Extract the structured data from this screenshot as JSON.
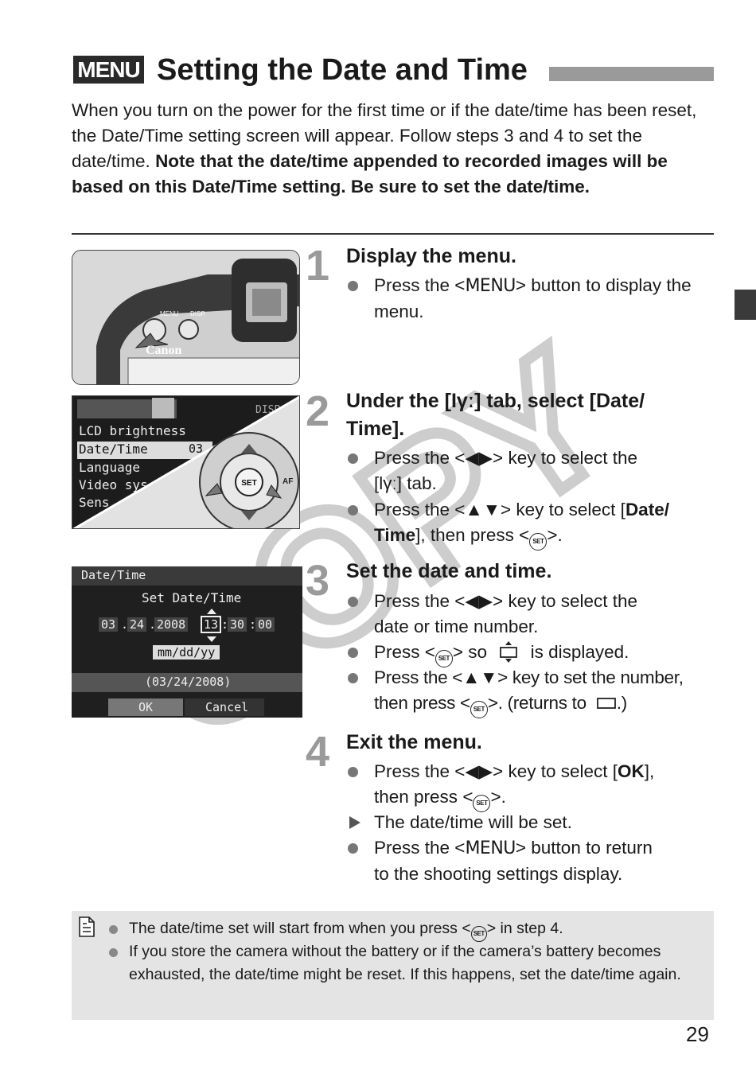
{
  "header": {
    "badge": "MENU",
    "title": "Setting the Date and Time"
  },
  "intro": {
    "plain": "When you turn on the power for the first time or if the date/time has been reset, the Date/Time setting screen will appear. Follow steps 3 and 4 to set the date/time. ",
    "bold": "Note that the date/time appended to recorded images will be based on this Date/Time setting. Be sure to set the date/time."
  },
  "steps": [
    {
      "num": "1",
      "title": "Display the menu.",
      "bullets": [
        {
          "a": "Press the <",
          "b": "MENU",
          "c": "> button to display the menu."
        }
      ]
    },
    {
      "num": "2",
      "title_a": "Under the [",
      "title_icon": "Ɩγː",
      "title_b": "] tab, select [Date/",
      "title_c": "Time].",
      "bullets": [
        {
          "a": "Press the <",
          "b": "◀▶",
          "c": "> key to select the"
        },
        {
          "a": "[",
          "b": "Ɩγː",
          "c": "] tab."
        },
        {
          "a": "Press the <",
          "b": "▲▼",
          "c": "> key to select [",
          "d": "Date/"
        },
        {
          "a": "Time",
          "b": "], then press <",
          "c": "SET",
          "d": ">."
        }
      ]
    },
    {
      "num": "3",
      "title": "Set the date and time.",
      "bullets": [
        {
          "a": "Press the <",
          "b": "◀▶",
          "c": "> key to select the"
        },
        {
          "a": "date or time number."
        },
        {
          "a": "Press <",
          "b": "SET",
          "c": "> so",
          "d": "is displayed."
        },
        {
          "a": "Press the <",
          "b": "▲▼",
          "c": "> key to set the number,"
        },
        {
          "a": "then press <",
          "b": "SET",
          "c": ">. (returns to",
          "d": ".)"
        }
      ]
    },
    {
      "num": "4",
      "title": "Exit the menu.",
      "bullets": [
        {
          "a": "Press the <",
          "b": "◀▶",
          "c": "> key to select [",
          "d": "OK",
          "e": "],"
        },
        {
          "a": "then press <",
          "b": "SET",
          "c": ">."
        },
        {
          "a": "The date/time will be set."
        },
        {
          "a": "Press the <",
          "b": "MENU",
          "c": "> button to return"
        },
        {
          "a": "to the shooting settings display."
        }
      ]
    }
  ],
  "camera_image": {
    "menu_label": "MENU",
    "disp_label": "DISP.",
    "brand": "Canon"
  },
  "menu_screen": {
    "items": [
      "LCD brightness",
      "Date/Time",
      "Language",
      "Video sys",
      "Sens"
    ],
    "date_fragment": "03",
    "disp": "DISP",
    "set_btn": "SET",
    "af": "AF"
  },
  "datetime_screen": {
    "header": "Date/Time",
    "subtitle": "Set Date/Time",
    "month": "03",
    "day": "24",
    "year": "2008",
    "hour": "13",
    "minute": "30",
    "second": "00",
    "sep_dot": ".",
    "sep_colon": ":",
    "format": "mm/dd/yy",
    "preview": "(03/24/2008)",
    "ok": "OK",
    "cancel": "Cancel"
  },
  "watermark": "COPY",
  "note": {
    "line1_a": "The date/time set will start from when you press <",
    "line1_b": "SET",
    "line1_c": "> in step 4.",
    "line2": "If you store the camera without the battery or if the camera’s battery becomes exhausted, the date/time might be reset. If this happens, set the date/time again."
  },
  "page_number": "29"
}
